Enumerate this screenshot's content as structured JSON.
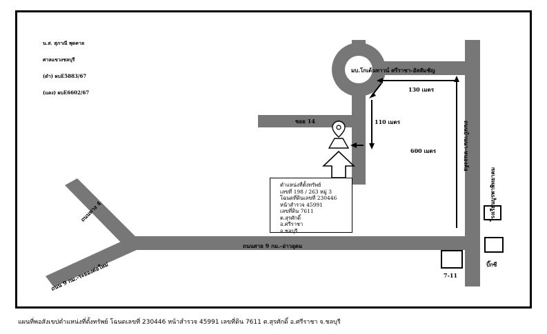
{
  "header": {
    "line1": "น.ส. สุภาณี พุดคาล",
    "line2": "ศาลแขวงชลบุรี",
    "line3": "(ดำ) ผบE5883/67",
    "line4": "(แดง) ผบE6602/67"
  },
  "labels": {
    "roundabout": "มบ.โกเด้นทาวน์ ศรีราชา-อัสสัมชัญ",
    "soi": "ซอย 14",
    "dist_130": "130 เมตร",
    "dist_110": "110 เมตร",
    "dist_600": "600 เมตร",
    "road_right": "ถนนบ้านนา-หนองค้อ",
    "road_main": "ถนนสาย 9 กม.-อ่าวอุดม",
    "road_diag_upper": "ถนนทาง 4",
    "road_diag_lower": "ถนน 9 กม.-ระยองต่อใหม่",
    "school": "โรงเรียนบูรพาพิทยาคม",
    "bigc": "บิ๊กซี",
    "seven": "7-11"
  },
  "property_box": [
    "ตำแหน่งที่ตั้งทรัพย์",
    "เลขที่ 198 / 263 หมู่ 3",
    "โฉนดที่ดินเลขที่ 230446",
    "หน้าสำรวจ  45991",
    "เลขที่ดิน  7611",
    "ต.สุรศักดิ์",
    "อ.ศรีราชา",
    "จ.ชลบุรี"
  ],
  "caption": "แผนที่พอสังเขปตำแหน่งที่ตั้งทรัพย์  โฉนดเลขที่ 230446 หน้าสำรวจ 45991 เลขที่ดิน 7611 ต.สุรศักดิ์ อ.ศรีราชา จ.ชลบุรี",
  "colors": {
    "road": "#777777",
    "ink": "#000000",
    "paper": "#ffffff"
  },
  "icons": [
    "location-pin-icon",
    "up-arrow-icon"
  ]
}
